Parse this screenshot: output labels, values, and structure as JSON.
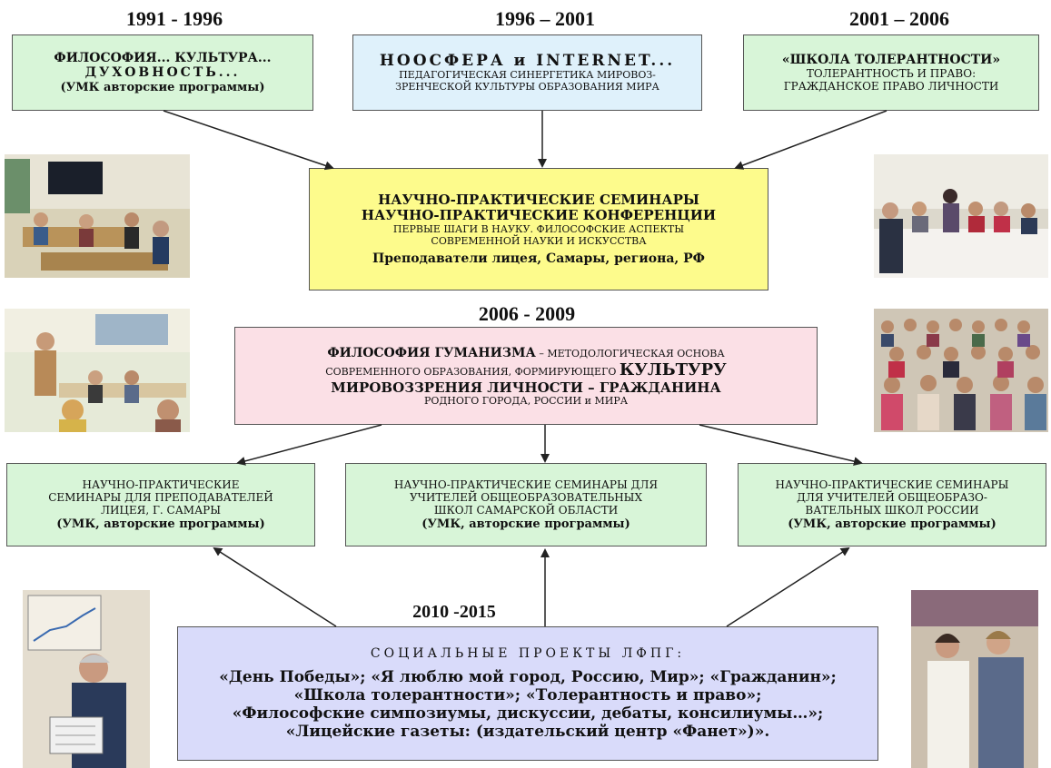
{
  "periods": {
    "p1": "1991 - 1996",
    "p2": "1996 – 2001",
    "p3": "2001 – 2006",
    "p4": "2006 - 2009",
    "p5": "2010 -2015"
  },
  "box_philosophy": {
    "line1": "ФИЛОСОФИЯ... КУЛЬТУРА...",
    "line2": "ДУХОВНОСТЬ...",
    "line3": "(УМК авторские программы)"
  },
  "box_noosphere": {
    "line1": "НООСФЕРА и INTERNET...",
    "line2": "ПЕДАГОГИЧЕСКАЯ СИНЕРГЕТИКА МИРОВОЗ-",
    "line3": "ЗРЕНЧЕСКОЙ КУЛЬТУРЫ ОБРАЗОВАНИЯ МИРА"
  },
  "box_tolerance": {
    "line1": "«ШКОЛА ТОЛЕРАНТНОСТИ»",
    "line2": "ТОЛЕРАНТНОСТЬ И ПРАВО:",
    "line3": "ГРАЖДАНСКОЕ ПРАВО ЛИЧНОСТИ"
  },
  "box_seminars": {
    "line1": "НАУЧНО-ПРАКТИЧЕСКИЕ СЕМИНАРЫ",
    "line2": "НАУЧНО-ПРАКТИЧЕСКИЕ КОНФЕРЕНЦИИ",
    "line3": "ПЕРВЫЕ ШАГИ В НАУКУ. ФИЛОСОФСКИЕ АСПЕКТЫ",
    "line4": "СОВРЕМЕННОЙ НАУКИ И ИСКУССТВА",
    "line5": "Преподаватели лицея, Самары, региона, РФ"
  },
  "box_humanism": {
    "line1a": "ФИЛОСОФИЯ ГУМАНИЗМА",
    "line1b": " – МЕТОДОЛОГИЧЕСКАЯ ОСНОВА",
    "line2a": "СОВРЕМЕННОГО ОБРАЗОВАНИЯ, ФОРМИРУЮЩЕГО ",
    "line2b": "КУЛЬТУРУ",
    "line3": "МИРОВОЗЗРЕНИЯ ЛИЧНОСТИ – ГРАЖДАНИНА",
    "line4": "РОДНОГО ГОРОДА, РОССИИ и МИРА"
  },
  "box_lyceum": {
    "line1": "НАУЧНО-ПРАКТИЧЕСКИЕ",
    "line2": "СЕМИНАРЫ ДЛЯ ПРЕПОДАВАТЕЛЕЙ",
    "line3": "ЛИЦЕЯ, Г. САМАРЫ",
    "line4": "(УМК, авторские программы)"
  },
  "box_region": {
    "line1": "НАУЧНО-ПРАКТИЧЕСКИЕ СЕМИНАРЫ ДЛЯ",
    "line2": "УЧИТЕЛЕЙ ОБЩЕОБРАЗОВАТЕЛЬНЫХ",
    "line3": "ШКОЛ САМАРСКОЙ ОБЛАСТИ",
    "line4": "(УМК, авторские программы)"
  },
  "box_russia": {
    "line1": "НАУЧНО-ПРАКТИЧЕСКИЕ СЕМИНАРЫ",
    "line2": "ДЛЯ УЧИТЕЛЕЙ ОБЩЕОБРАЗО-",
    "line3": "ВАТЕЛЬНЫХ ШКОЛ РОССИИ",
    "line4": "(УМК, авторские программы)"
  },
  "box_social": {
    "title": "СОЦИАЛЬНЫЕ ПРОЕКТЫ ЛФПГ:",
    "line1": "«День Победы»; «Я люблю мой город, Россию, Мир»; «Гражданин»;",
    "line2": "«Школа толерантности»; «Толерантность и право»;",
    "line3": "«Философские симпозиумы, дискуссии, дебаты, консилиумы…»;",
    "line4": "«Лицейские газеты: (издательский центр «Фанет»)»."
  },
  "colors": {
    "green": "#d8f5d8",
    "blue": "#dff1fb",
    "yellow": "#fdfb8c",
    "pink": "#fbe0e6",
    "lavender": "#d9dbfa"
  }
}
